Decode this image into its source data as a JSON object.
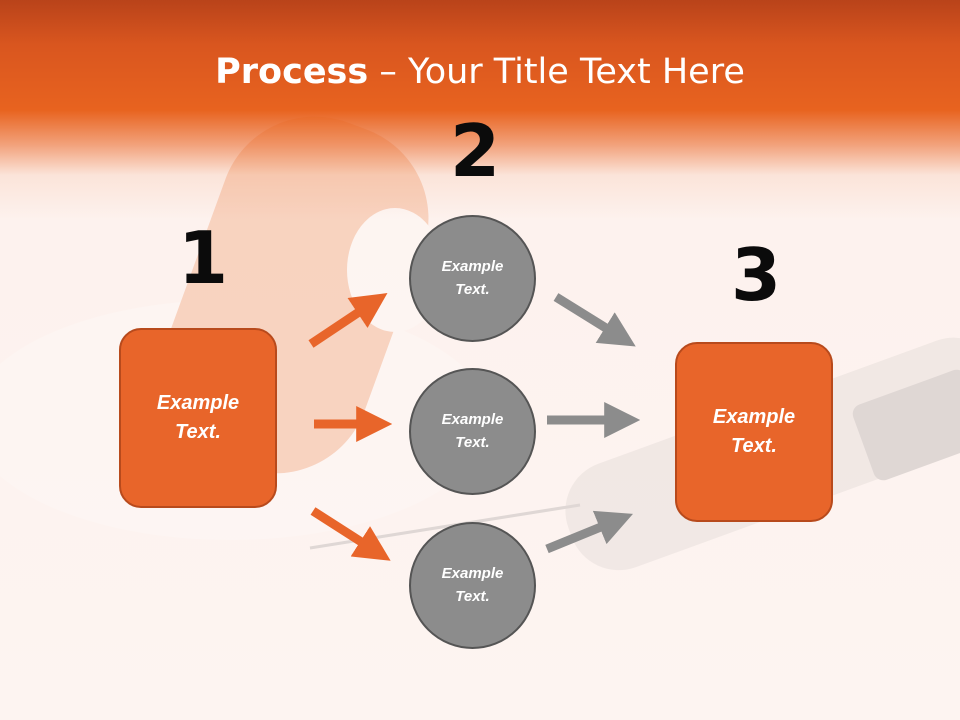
{
  "title": {
    "bold": "Process",
    "rest": " – Your Title Text Here"
  },
  "steps": [
    {
      "number": "1",
      "label": "Example Text."
    },
    {
      "number": "2",
      "label": "Example Text."
    },
    {
      "number": "3",
      "label": "Example Text."
    }
  ],
  "middle_circles": [
    {
      "label": "Example Text."
    },
    {
      "label": "Example Text."
    },
    {
      "label": "Example Text."
    }
  ],
  "colors": {
    "accent": "#e8652a",
    "gray": "#8c8c8c",
    "title_bar": "#e8631f"
  },
  "icons": [
    "arrow-right-icon"
  ]
}
